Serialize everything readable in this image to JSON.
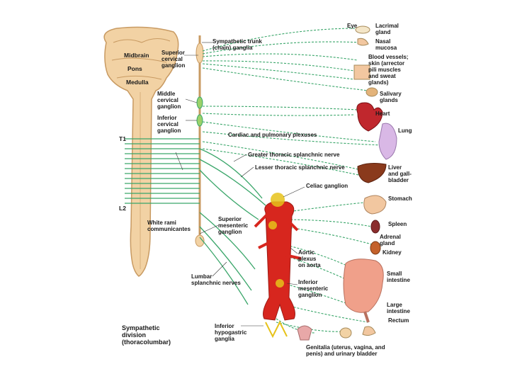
{
  "labels": {
    "midbrain": "Midbrain",
    "pons": "Pons",
    "medulla": "Medulla",
    "superior_cervical": "Superior\ncervical\nganglion",
    "sympathetic_trunk": "Sympathetic trunk\n(chain) ganglia",
    "middle_cervical": "Middle\ncervical\nganglion",
    "inferior_cervical": "Inferior\ncervical\nganglion",
    "t1": "T1",
    "l2": "L2",
    "cardiac_pulmonary": "Cardiac and pulmonary plexuses",
    "greater_splanchnic": "Greater thoracic splanchnic nerve",
    "lesser_splanchnic": "Lesser thoracic splanchnic nerve",
    "celiac_ganglion": "Celiac ganglion",
    "white_rami": "White rami\ncommunicantes",
    "superior_mesenteric": "Superior\nmesenteric\nganglion",
    "aortic_plexus": "Aortic\nplexus\non aorta",
    "lumbar_splanchnic": "Lumbar\nsplanchnic nerves",
    "inferior_mesenteric": "Inferior\nmesenteric\nganglion",
    "inferior_hypogastric": "Inferior\nhypogastric\nganglia",
    "division_title": "Sympathetic\ndivision\n(thoracolumbar)",
    "eye": "Eye",
    "lacrimal": "Lacrimal\ngland",
    "nasal": "Nasal\nmucosa",
    "blood_vessels": "Blood vessels;\nskin (arrector\npili muscles\nand sweat\nglands)",
    "salivary": "Salivary\nglands",
    "heart": "Heart",
    "lung": "Lung",
    "liver": "Liver\nand gall-\nbladder",
    "stomach": "Stomach",
    "spleen": "Spleen",
    "adrenal": "Adrenal\ngland",
    "kidney": "Kidney",
    "small_intestine": "Small\nintestine",
    "large_intestine": "Large\nintestine",
    "rectum": "Rectum",
    "genitalia": "Genitalia (uterus, vagina, and\npenis) and urinary bladder"
  },
  "colors": {
    "spinal_cord": "#f2d2a4",
    "spinal_outline": "#c89a62",
    "nerve_green": "#3aa66a",
    "ganglion": "#9bd16a",
    "aorta": "#d7261e",
    "plexus_yellow": "#e6c21a",
    "heart": "#c0272d",
    "lung": "#d9b8e6",
    "liver": "#8a3a1c",
    "stomach": "#f2c7a0",
    "spleen": "#8b2d2d",
    "kidney": "#c4612b",
    "intestine": "#f0a08a"
  }
}
